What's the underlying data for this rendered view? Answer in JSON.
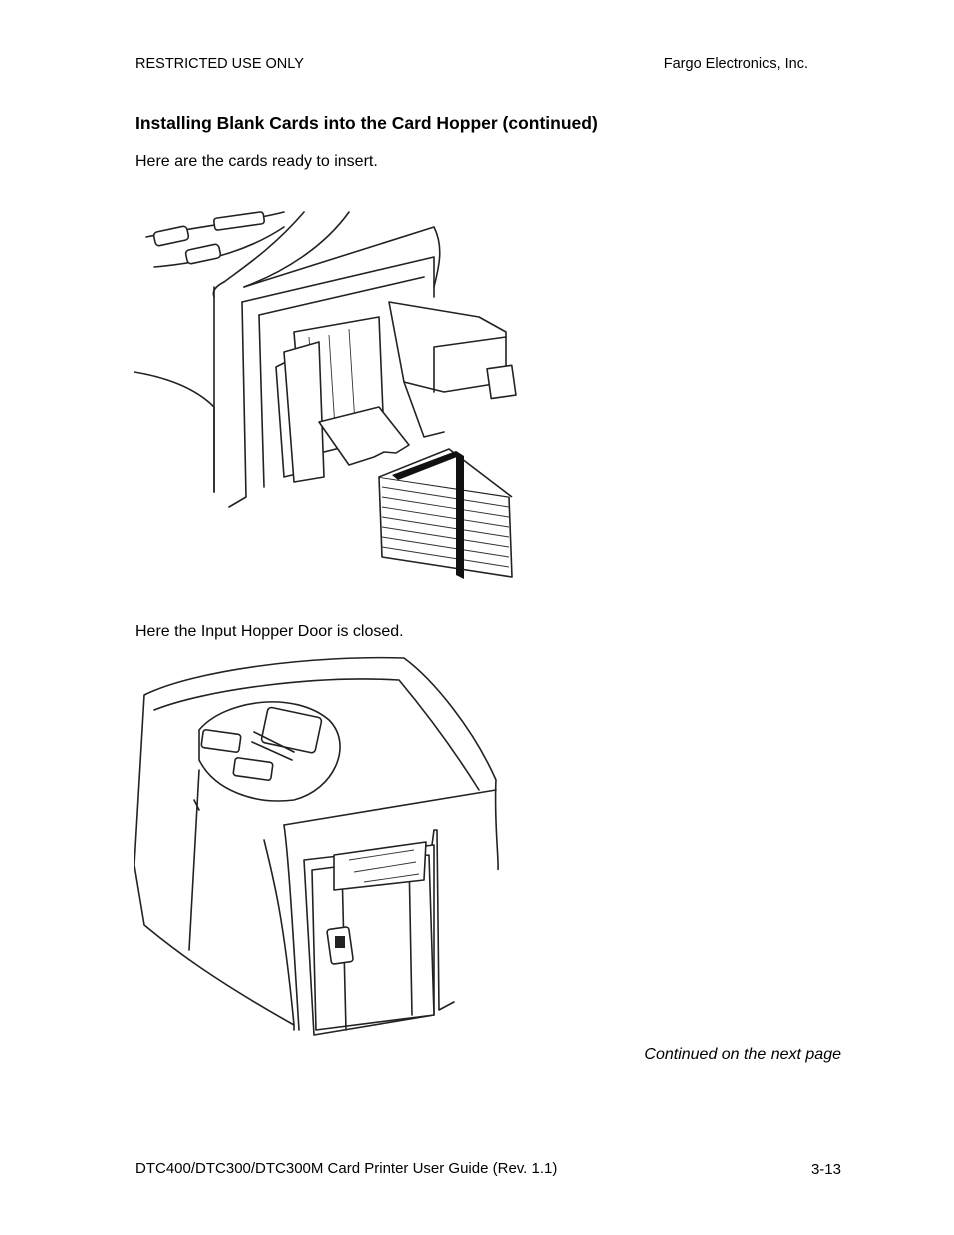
{
  "header": {
    "left": "RESTRICTED USE ONLY",
    "right": "Fargo Electronics, Inc."
  },
  "section": {
    "title": "Installing Blank Cards into the Card Hopper (continued)",
    "para_cards": "Here are the cards ready to insert.",
    "para_door": "Here the Input Hopper Door is closed."
  },
  "figures": {
    "cards_icon": "printer-hopper-cards-illustration",
    "closed_icon": "printer-closed-door-illustration"
  },
  "continued": "Continued on the next page",
  "footer": {
    "title": "DTC400/DTC300/DTC300M Card Printer User Guide (Rev. 1.1)",
    "page": "3-13"
  }
}
